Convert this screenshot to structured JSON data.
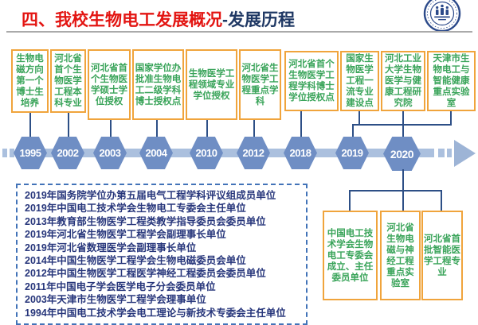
{
  "header": {
    "title_red": "四、我校生物电工发展概况",
    "title_navy": "-发展历程",
    "logo_icon": "university-seal"
  },
  "timeline": {
    "years": [
      "1995",
      "2002",
      "2003",
      "2004",
      "2010",
      "2012",
      "2018",
      "2019",
      "2020"
    ]
  },
  "top_milestones": [
    {
      "year": "1995",
      "text": "生物电磁方向第一个博士生培养"
    },
    {
      "year": "2002",
      "text": "河北省首个生物医学工程本科专业"
    },
    {
      "year": "2003",
      "text": "河北省首个生物医学硕士学位授权"
    },
    {
      "year": "2004",
      "text": "国家学位办批准生物电工二级学科博士授权点"
    },
    {
      "year": "2010",
      "text": "生物医学工程领域专业学位授权"
    },
    {
      "year": "2012",
      "text": "河北省生物医学工程重点学科"
    },
    {
      "year": "2018",
      "text": "河北省首个生物医学工程学科博士学位授权点"
    },
    {
      "year": "2019",
      "text": "国家生物医学工程一流专业建设点"
    },
    {
      "year": "2020",
      "text": "河北工业大学生物医学与健康工程研究院"
    },
    {
      "year": "2020",
      "text": "天津市生物电工与智能健康重点实验室"
    }
  ],
  "achievements": [
    "2019年国务院学位办第五届电气工程学科评议组成员单位",
    "2019年中国电工技术学会生物电工专委会主任单位",
    "2013年教育部生物医学工程类教学指导委员会委员单位",
    "2019年河北省生物医学工程学会副理事长单位",
    "2019年河北省数理医学会副理事长单位",
    "2014年中国生物医学工程学会生物电磁委员会单位",
    "2012年中国生物医学工程医学神经工程委员会委员单位",
    "2011年中国电子学会医学电子分会委员单位",
    "2003年天津市生物医学工程学会理事单位",
    "1994年中国电工技术学会电工理论与新技术专委会主任单位"
  ],
  "bottom_milestones": [
    "中国电工技术学会生物电工专委会成立、主任委员单位",
    "河北省生物电磁与神经工程重点实验室",
    "河北省首批智能医学工程专业"
  ],
  "colors": {
    "title_red": "#e31512",
    "title_navy": "#1f3864",
    "box_border_orange": "#f0a43c",
    "milestone_text_green": "#3aa45a",
    "hexagon_blue": "#6f8ec4",
    "timeline_band_blue": "#abc0de",
    "connector_navy": "#2d4f86",
    "achievement_text_navy": "#27367b",
    "dashed_border_blue": "#4273b8"
  }
}
